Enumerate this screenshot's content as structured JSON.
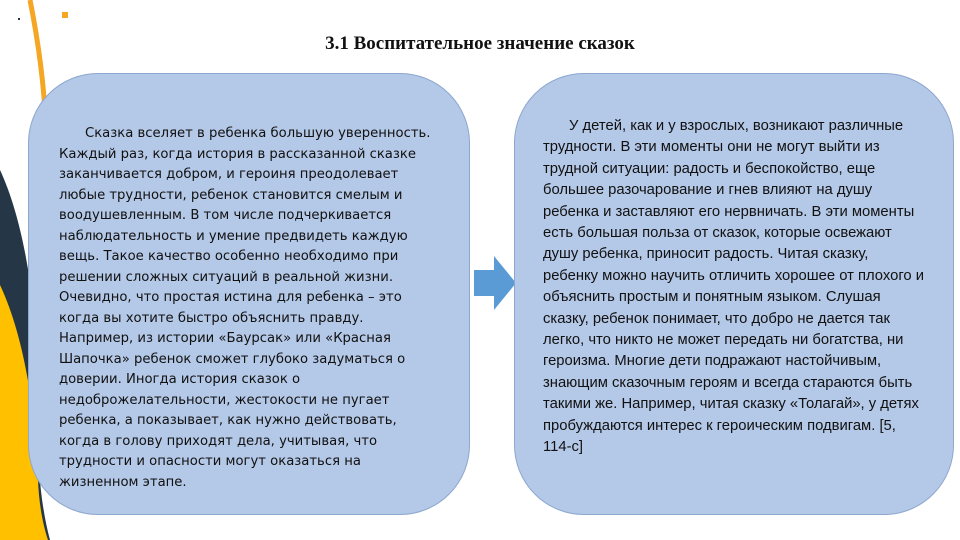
{
  "slide": {
    "title": "3.1 Воспитательное значение сказок",
    "left_text": "Сказка вселяет в ребенка большую уверенность. Каждый раз, когда история в рассказанной сказке заканчивается добром, и героиня преодолевает любые трудности, ребенок становится смелым и воодушевленным. В том числе подчеркивается наблюдательность и умение предвидеть каждую вещь. Такое качество особенно необходимо при решении сложных ситуаций в реальной жизни. Очевидно, что простая истина для ребенка – это когда вы хотите быстро объяснить правду. Например, из истории «Баурсак» или «Красная Шапочка» ребенок сможет глубоко задуматься о доверии. Иногда история сказок о недоброжелательности, жестокости не пугает ребенка, а показывает, как нужно действовать, когда в голову приходят дела, учитывая, что трудности и опасности могут оказаться на жизненном этапе.",
    "right_text": "У детей, как и у взрослых, возникают различные трудности. В эти моменты они не могут выйти из трудной ситуации: радость и беспокойство, еще большее разочарование и гнев влияют на душу ребенка и заставляют его нервничать. В эти моменты есть большая польза от сказок, которые освежают душу ребенка, приносит радость. Читая сказку, ребенку можно научить отличить хорошее от плохого и объяснить простым и понятным языком. Слушая сказку, ребенок понимает, что добро не дается так легко, что никто не может передать ни богатства, ни героизма. Многие дети подражают настойчивым, знающим сказочным героям и всегда стараются быть такими же. Например, читая сказку «Толагай», у детях пробуждаются интерес к героическим подвигам. [5, 114-с]"
  },
  "colors": {
    "card_fill": "#b4c8e7",
    "arrow": "#5b9bd5",
    "deco_navy": "#253746",
    "deco_orange": "#f5a623",
    "deco_yellow": "#ffc000"
  },
  "icons": {
    "arrow": "right-arrow-icon"
  }
}
